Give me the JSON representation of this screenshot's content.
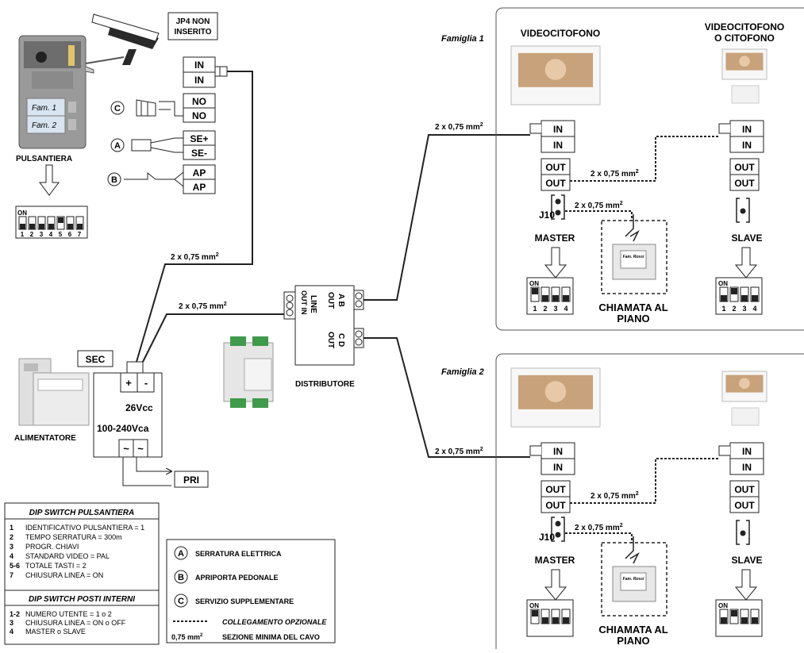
{
  "top": {
    "jp4_line1": "JP4 NON",
    "jp4_line2": "INSERITO"
  },
  "panel": {
    "fam1": "Fam. 1",
    "fam2": "Fam. 2",
    "label": "PULSANTIERA",
    "dip_on": "ON",
    "dip_numbers": [
      "1",
      "2",
      "3",
      "4",
      "5",
      "6",
      "7"
    ]
  },
  "panel_terminals": {
    "in": [
      "IN",
      "IN"
    ],
    "no": [
      "NO",
      "NO"
    ],
    "se": [
      "SE+",
      "SE-"
    ],
    "ap": [
      "AP",
      "AP"
    ],
    "markers": [
      "C",
      "A",
      "B"
    ]
  },
  "cable": "2 x 0,75 mm",
  "cable_sup": "2",
  "power": {
    "sec": "SEC",
    "plus": "+",
    "minus": "-",
    "vcc": "26Vcc",
    "vca": "100-240Vca",
    "ac1": "~",
    "ac2": "~",
    "pri": "PRI",
    "label": "ALIMENTATORE"
  },
  "distributor": {
    "label": "DISTRIBUTORE",
    "line": "LINE",
    "out_in": "OUT IN",
    "ab": "A  B",
    "out1": "OUT",
    "cd": "C  D",
    "out2": "OUT"
  },
  "fam1": {
    "title": "Famiglia 1",
    "col_master": "VIDEOCITOFONO",
    "col_slave_1": "VIDEOCITOFONO",
    "col_slave_2": "O CITOFONO"
  },
  "fam2": {
    "title": "Famiglia 2"
  },
  "units": {
    "in": [
      "IN",
      "IN"
    ],
    "out": [
      "OUT",
      "OUT"
    ],
    "j10": "J10",
    "master": "MASTER",
    "slave": "SLAVE",
    "call_1": "CHIAMATA AL",
    "call_2": "PIANO",
    "fam_rossi": "Fam. Rossi",
    "dip_on": "ON",
    "dip_numbers": [
      "1",
      "2",
      "3",
      "4"
    ]
  },
  "dip_legend": {
    "title1": "DIP SWITCH PULSANTIERA",
    "rows1": [
      {
        "k": "1",
        "v": "IDENTIFICATIVO PULSANTIERA = 1"
      },
      {
        "k": "2",
        "v": "TEMPO SERRATURA = 300m"
      },
      {
        "k": "3",
        "v": "PROGR. CHIAVI"
      },
      {
        "k": "4",
        "v": "STANDARD VIDEO = PAL"
      },
      {
        "k": "5-6",
        "v": "TOTALE TASTI = 2"
      },
      {
        "k": "7",
        "v": "CHIUSURA LINEA = ON"
      }
    ],
    "title2": "DIP SWITCH POSTI INTERNI",
    "rows2": [
      {
        "k": "1-2",
        "v": "NUMERO UTENTE = 1 o 2"
      },
      {
        "k": "3",
        "v": "CHIUSURA LINEA = ON o OFF"
      },
      {
        "k": "4",
        "v": "MASTER o SLAVE"
      }
    ]
  },
  "legend": {
    "a_marker": "A",
    "a": "SERRATURA ELETTRICA",
    "b_marker": "B",
    "b": "APRIPORTA PEDONALE",
    "c_marker": "C",
    "c": "SERVIZIO SUPPLEMENTARE",
    "opt": "COLLEGAMENTO OPZIONALE",
    "sec_val": "0,75 mm",
    "sec_sup": "2",
    "sec": "SEZIONE MINIMA DEL CAVO"
  },
  "colors": {
    "panel": "#9a9a9a",
    "screen": "#c8a27a",
    "line": "#222222",
    "box": "#ffffff"
  }
}
